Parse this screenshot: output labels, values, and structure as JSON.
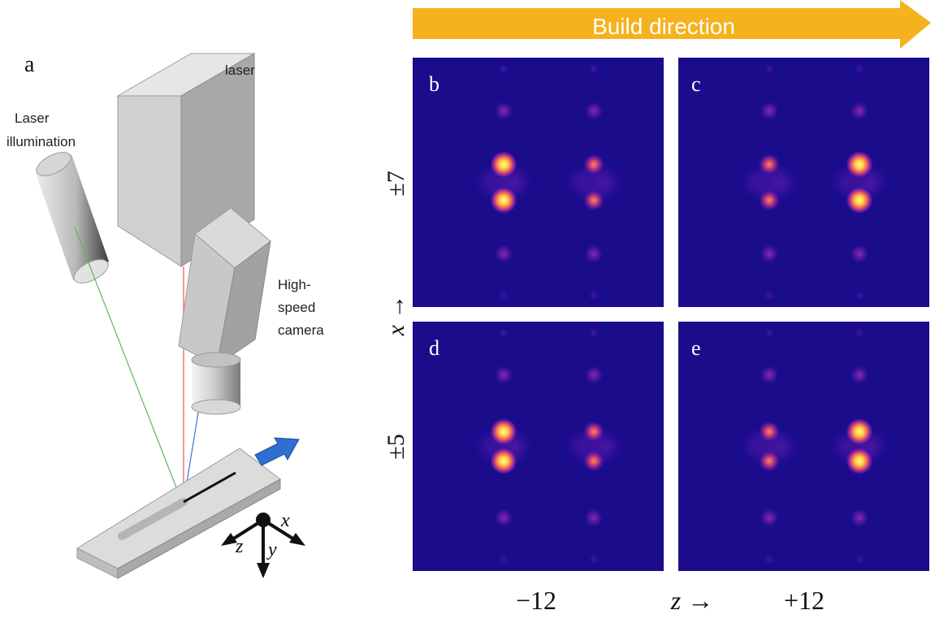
{
  "panel_a": {
    "letter": "a",
    "laser_label": "laser",
    "illumination_label": [
      "Laser",
      "illumination"
    ],
    "camera_label": [
      "High-",
      "speed",
      "camera"
    ],
    "axes": {
      "x": "x",
      "y": "y",
      "z": "z"
    }
  },
  "banner": {
    "text": "Build direction",
    "color": "#F5B21E"
  },
  "panels": [
    {
      "letter": "b"
    },
    {
      "letter": "c"
    },
    {
      "letter": "d"
    },
    {
      "letter": "e"
    }
  ],
  "row_labels": {
    "top": "±7",
    "bottom": "±5",
    "axis": "x →"
  },
  "col_labels": {
    "left": "−12",
    "right": "+12",
    "axis": "z →"
  },
  "colors": {
    "background_panel": "#1B0C8C",
    "spot_bright": "#FFF15A",
    "spot_mid": "#D8457A",
    "spot_dim": "#6A1FA0",
    "box_front": "#D2D2D2",
    "box_side": "#A9A9A9",
    "box_top": "#E4E4E4",
    "beam_laser": "#E46666",
    "beam_illumination": "#5CB85C",
    "beam_camera": "#4A7BD8",
    "arrow_blue": "#2E6FD0"
  }
}
